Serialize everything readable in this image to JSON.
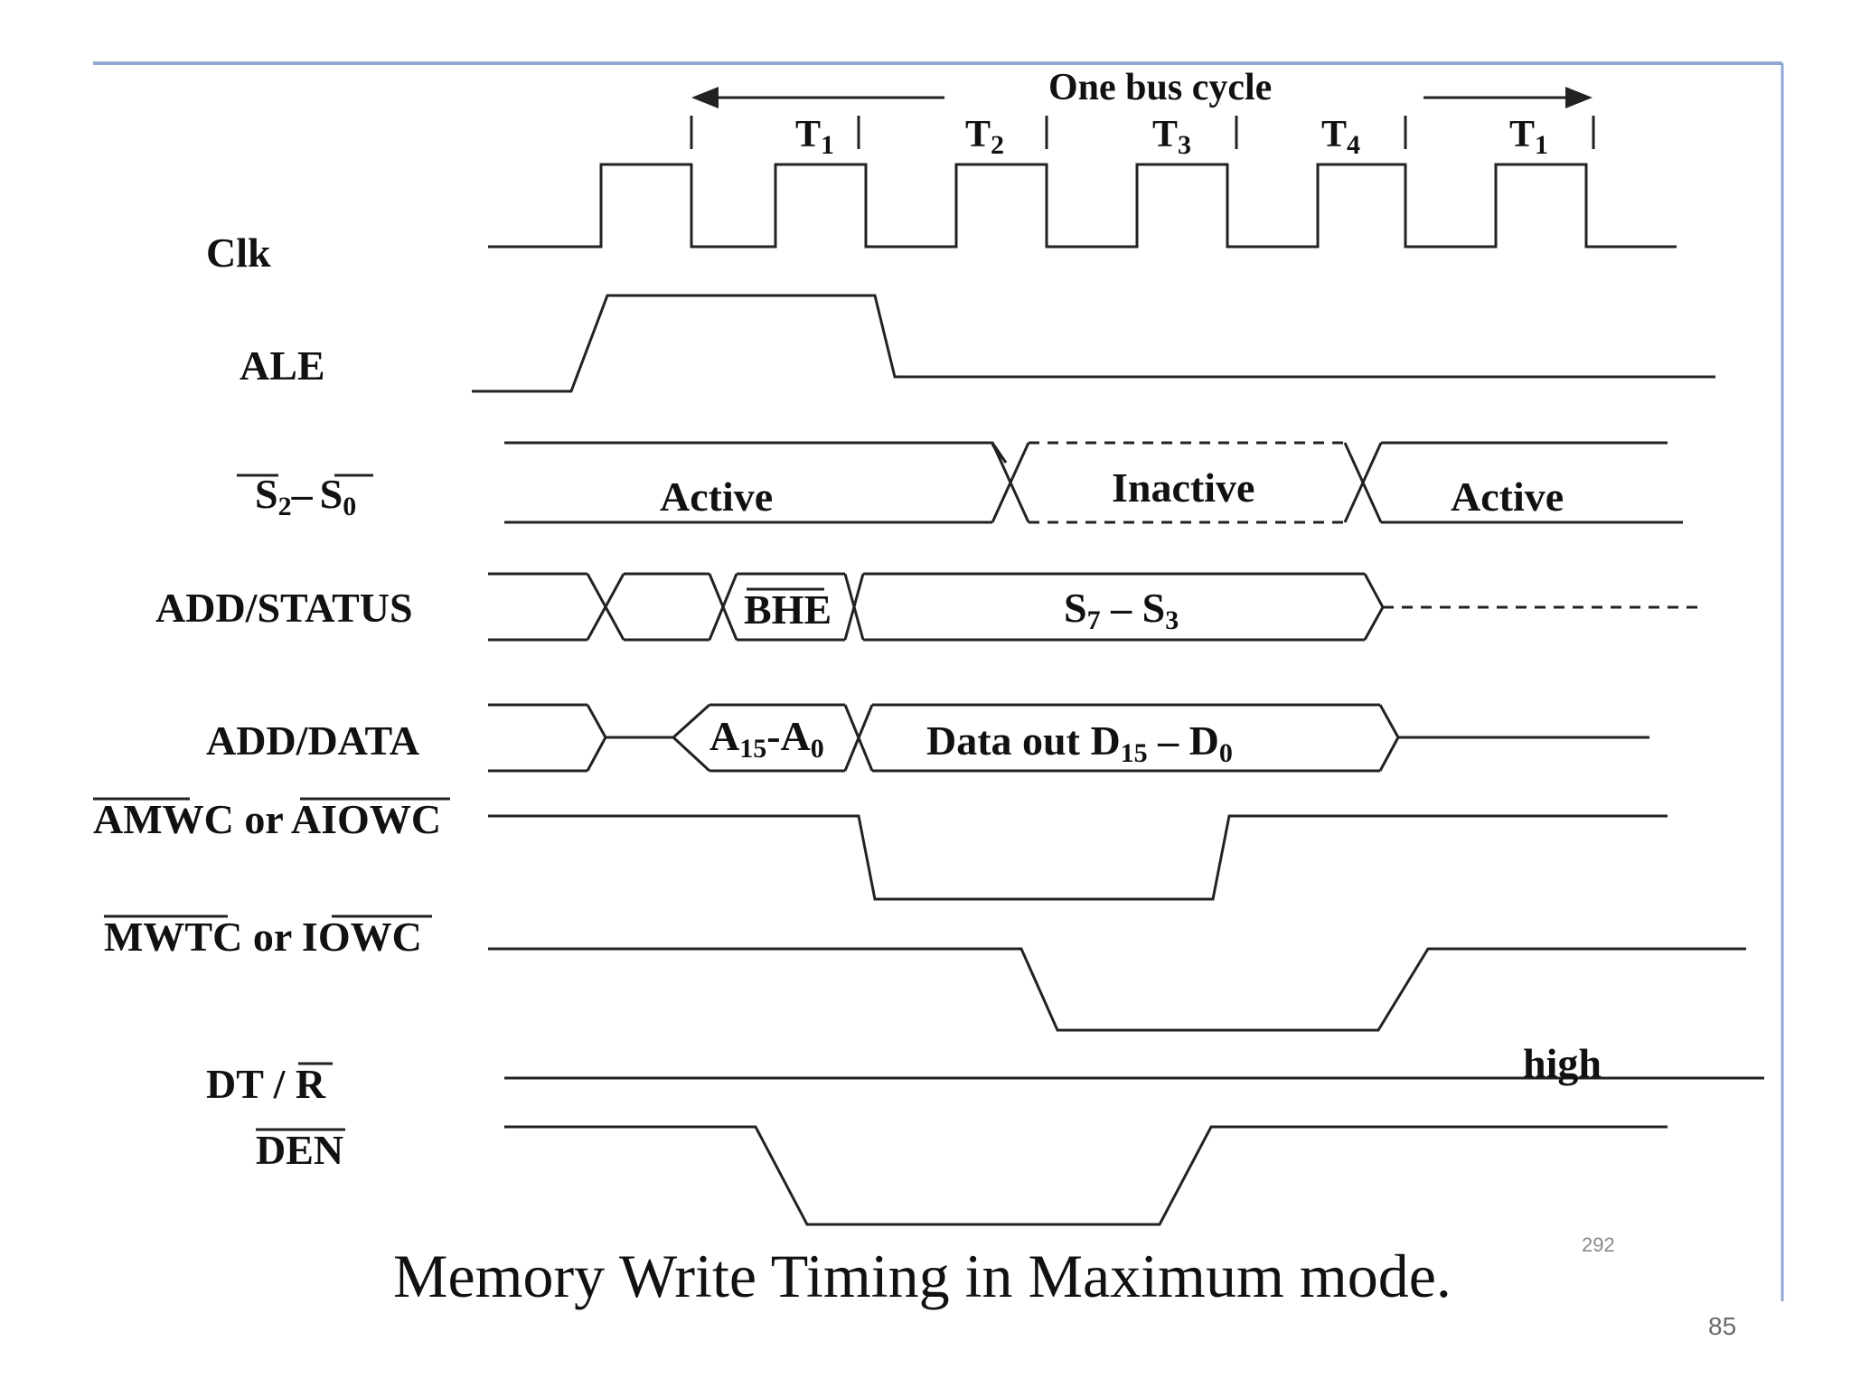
{
  "diagram": {
    "title": "Memory Write Timing in Maximum mode.",
    "bus_cycle_label": "One bus cycle",
    "states": [
      {
        "base": "T",
        "sub": "1"
      },
      {
        "base": "T",
        "sub": "2"
      },
      {
        "base": "T",
        "sub": "3"
      },
      {
        "base": "T",
        "sub": "4"
      },
      {
        "base": "T",
        "sub": "1"
      }
    ],
    "signals": {
      "clk": "Clk",
      "ale": "ALE",
      "status": {
        "s2": "S",
        "s2_sub": "2",
        "dash": "–",
        "s0": "S",
        "s0_sub": "0"
      },
      "add_status": "ADD/STATUS",
      "add_data": "ADD/DATA",
      "amwc": {
        "a": "A",
        "mwc": "MWC",
        "or": " or A",
        "iowc": "IOWC"
      },
      "mwtc": {
        "mwtc": "MWTC",
        "or": " or I",
        "owc": "OWC"
      },
      "dtr": {
        "dt": "DT / ",
        "r": "R"
      },
      "den": "DEN"
    },
    "segments": {
      "status_active_1": "Active",
      "status_inactive": "Inactive",
      "status_active_2": "Active",
      "bhe": "BHE",
      "s7s3": {
        "s": "S",
        "a": "7",
        "dash": " – S",
        "b": "3"
      },
      "a15a0": {
        "a": "A",
        "a_sub": "15",
        "mid": "-A",
        "b_sub": "0"
      },
      "data_out": {
        "text": "Data out D",
        "sub1": "15",
        "mid": " – D",
        "sub2": "0"
      },
      "dtr_level": "high"
    },
    "slide_ref": "292"
  },
  "page_number": "85",
  "colors": {
    "frame": "#8fa9d4",
    "line": "#222222"
  }
}
